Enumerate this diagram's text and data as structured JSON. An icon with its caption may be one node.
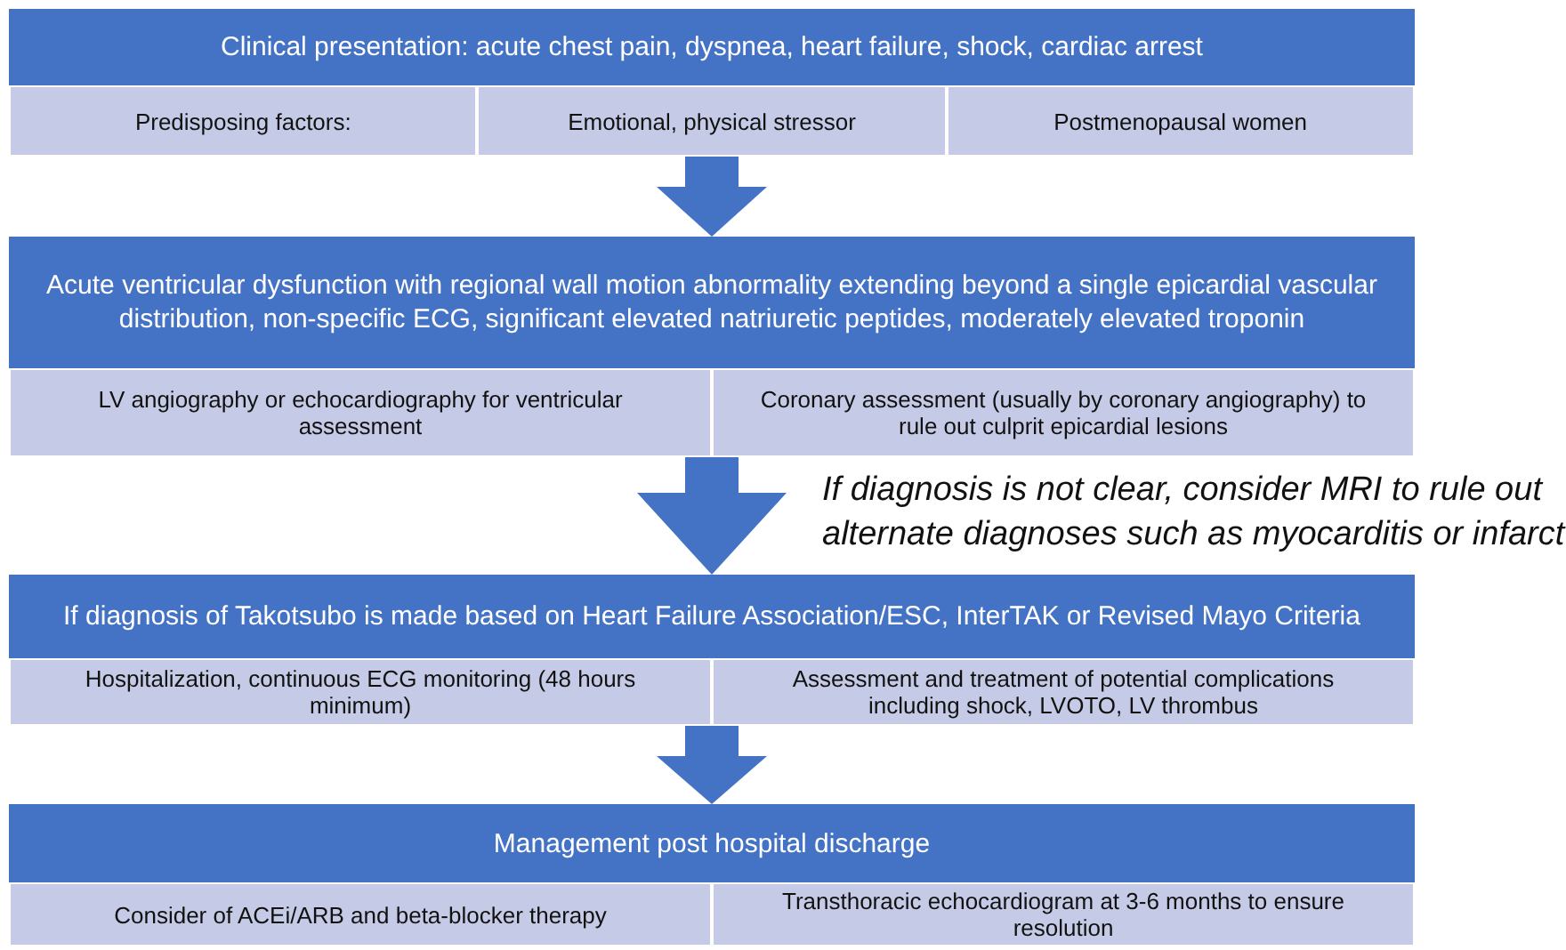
{
  "diagram": {
    "nodes": [
      {
        "text": [
          "Clinical presentation: acute chest pain, dyspnea, heart failure, shock, cardiac arrest"
        ]
      },
      {
        "text": [
          "Predisposing factors:"
        ],
        "in": 0
      },
      {
        "text": [
          "Emotional, physical stressor"
        ],
        "in": 0
      },
      {
        "text": [
          "Postmenopausal women"
        ],
        "in": 0
      },
      {
        "text": [
          "Acute ventricular dysfunction with regional wall motion abnormality extending beyond a single epicardial vascular distribution, non-specific ECG, significant elevated natriuretic peptides, moderately elevated troponin"
        ]
      },
      {
        "text": [
          "LV angiography or echocardiography for ventricular assessment"
        ],
        "in": 4
      },
      {
        "text": [
          "Coronary assessment (usually by coronary angiography) to rule out culprit epicardial lesions"
        ],
        "in": 4
      },
      {
        "text": [
          "If diagnosis of Takotsubo is made based on Heart Failure Association/ESC, InterTAK or Revised Mayo Criteria"
        ]
      },
      {
        "text": [
          "Hospitalization, continuous ECG monitoring (48 hours minimum)"
        ],
        "in": 7
      },
      {
        "text": [
          "Assessment and treatment of potential complications including shock, LVOTO, LV thrombus"
        ],
        "in": 7
      },
      {
        "text": [
          "Management post hospital discharge"
        ]
      },
      {
        "text": [
          "Consider of ACEi/ARB and beta-blocker therapy"
        ],
        "in": 10
      },
      {
        "text": [
          "Transthoracic echocardiogram at 3-6 months to ensure resolution"
        ],
        "in": 10
      }
    ],
    "edges": [
      {
        "from": 0,
        "to": 4,
        "arrow": "to"
      },
      {
        "from": 4,
        "to": 7,
        "arrow": "to",
        "label": "If diagnosis is not clear, consider MRI to rule out alternate diagnoses such as myocarditis or infarct"
      },
      {
        "from": 7,
        "to": 10,
        "arrow": "to"
      }
    ]
  }
}
